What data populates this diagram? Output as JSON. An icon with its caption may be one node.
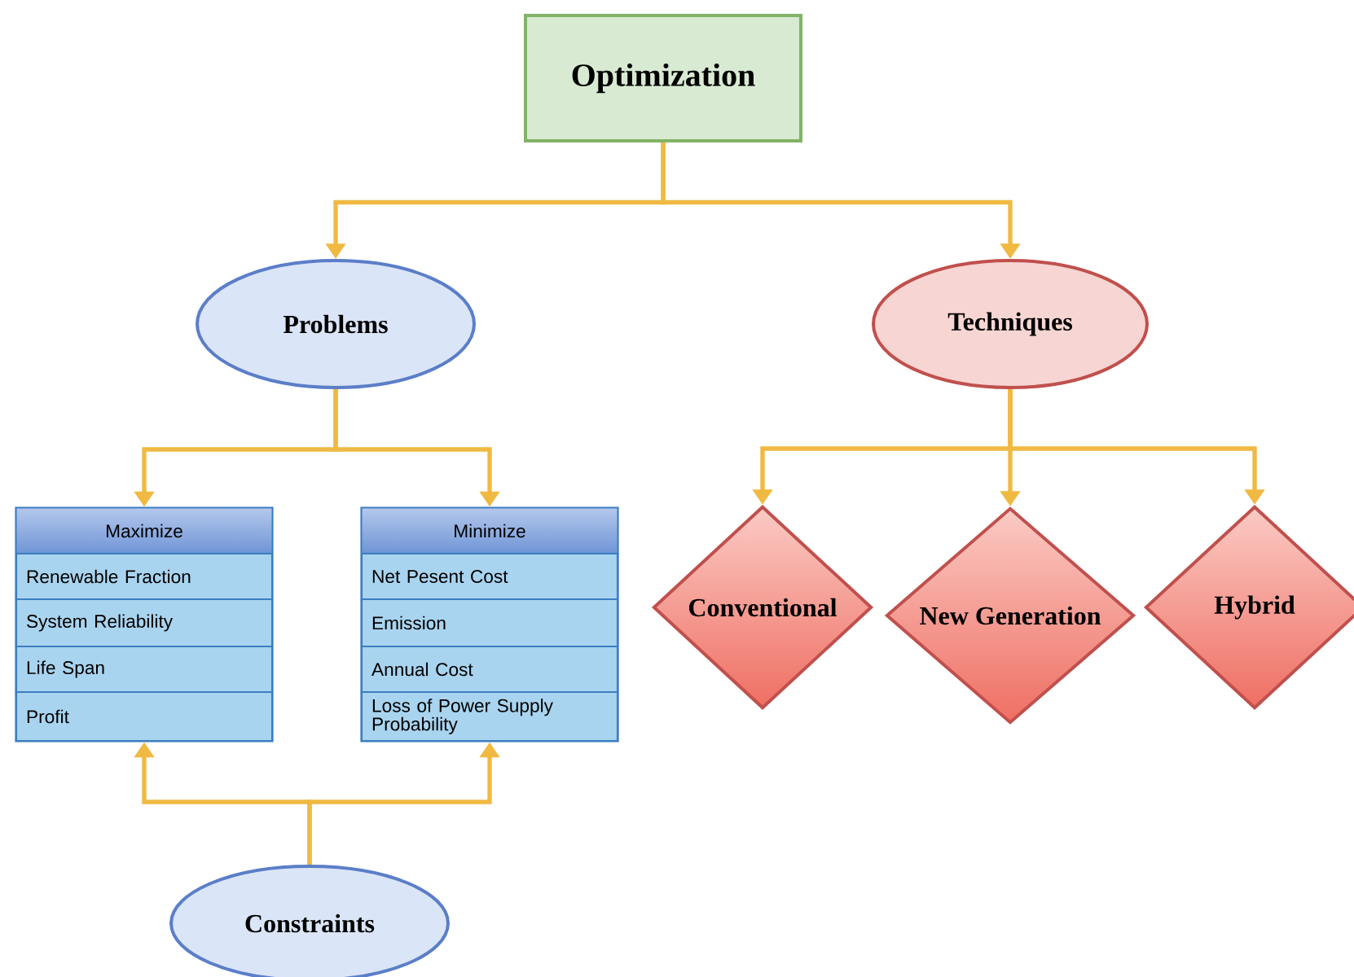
{
  "diagram": {
    "nodes": [
      {
        "text": [
          "Optimization"
        ]
      },
      {
        "text": [
          "Problems"
        ]
      },
      {
        "text": [
          "Techniques"
        ]
      },
      {
        "text": [
          "Maximize"
        ]
      },
      {
        "text": [
          "Renewable Fraction"
        ],
        "in": 3
      },
      {
        "text": [
          "System Reliability"
        ],
        "in": 3
      },
      {
        "text": [
          "Life Span"
        ],
        "in": 3
      },
      {
        "text": [
          "Profit"
        ],
        "in": 3
      },
      {
        "text": [
          "Minimize"
        ]
      },
      {
        "text": [
          "Net Pesent Cost"
        ],
        "in": 8
      },
      {
        "text": [
          "Emission"
        ],
        "in": 8
      },
      {
        "text": [
          "Annual Cost"
        ],
        "in": 8
      },
      {
        "text": [
          "Loss of Power Supply Probability"
        ],
        "in": 8
      },
      {
        "text": [
          "Conventional"
        ]
      },
      {
        "text": [
          "New Generation"
        ]
      },
      {
        "text": [
          "Hybrid"
        ]
      },
      {
        "text": [
          "Constraints"
        ]
      }
    ],
    "edges": [
      {
        "from": 0,
        "to": 1,
        "arrow": "to"
      },
      {
        "from": 0,
        "to": 2,
        "arrow": "to"
      },
      {
        "from": 1,
        "to": 3,
        "arrow": "to"
      },
      {
        "from": 1,
        "to": 8,
        "arrow": "to"
      },
      {
        "from": 2,
        "to": 13,
        "arrow": "to"
      },
      {
        "from": 2,
        "to": 14,
        "arrow": "to"
      },
      {
        "from": 2,
        "to": 15,
        "arrow": "to"
      },
      {
        "from": 16,
        "to": 3,
        "arrow": "to"
      },
      {
        "from": 16,
        "to": 8,
        "arrow": "to"
      }
    ]
  }
}
